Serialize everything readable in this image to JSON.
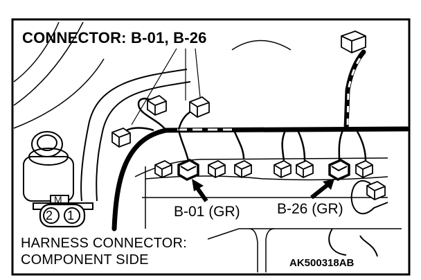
{
  "title": "CONNECTOR: B-01, B-26",
  "labels": {
    "b01": "B-01 (GR)",
    "b26": "B-26 (GR)"
  },
  "caption": {
    "line1": "HARNESS CONNECTOR:",
    "line2": "COMPONENT SIDE"
  },
  "figure_code": "AK500318AB",
  "connector_face": {
    "key": "M",
    "pins": [
      "2",
      "1"
    ]
  },
  "colors": {
    "ink": "#000000",
    "paper": "#ffffff"
  }
}
